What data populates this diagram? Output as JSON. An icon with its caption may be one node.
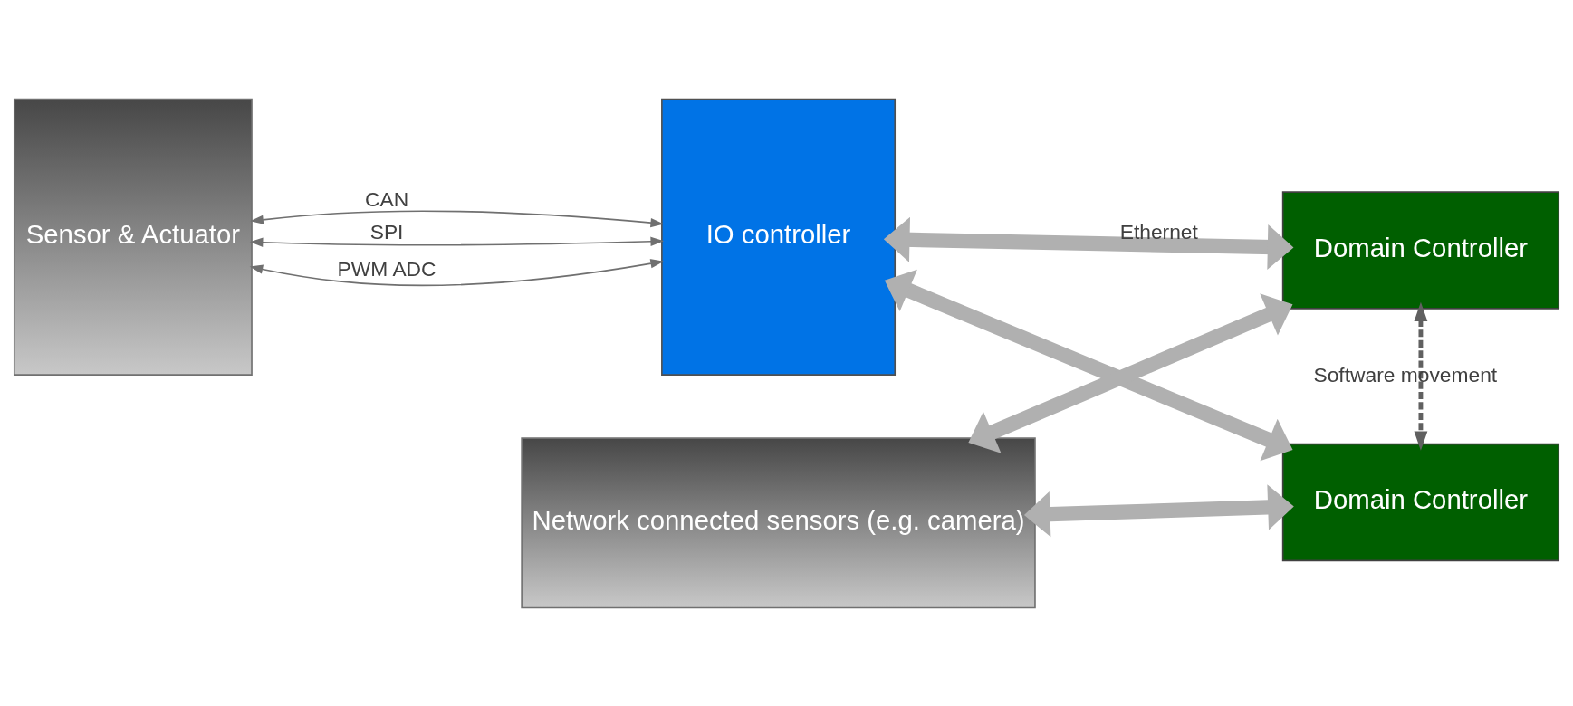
{
  "diagram": {
    "nodes": [
      {
        "text": [
          "Sensor & Actuator"
        ]
      },
      {
        "text": [
          "IO controller"
        ]
      },
      {
        "text": [
          "Network connected sensors (e.g. camera)"
        ]
      },
      {
        "text": [
          "Domain Controller"
        ]
      },
      {
        "text": [
          "Domain Controller"
        ]
      }
    ],
    "edges": [
      {
        "from": 0,
        "to": 1,
        "arrow": "both",
        "label": "CAN"
      },
      {
        "from": 0,
        "to": 1,
        "arrow": "both",
        "label": "SPI"
      },
      {
        "from": 0,
        "to": 1,
        "arrow": "both",
        "label": "PWM ADC"
      },
      {
        "from": 1,
        "to": 3,
        "arrow": "both",
        "label": "Ethernet",
        "style": "thick",
        "color": "#b0b0b0"
      },
      {
        "from": 2,
        "to": 4,
        "arrow": "both",
        "style": "thick",
        "color": "#b0b0b0"
      },
      {
        "from": 1,
        "to": 4,
        "arrow": "both",
        "style": "thick",
        "color": "#b0b0b0"
      },
      {
        "from": 2,
        "to": 3,
        "arrow": "both",
        "style": "thick",
        "color": "#b0b0b0"
      },
      {
        "from": 3,
        "to": 4,
        "arrow": "both",
        "label": "Software movement",
        "style": "dashed"
      }
    ]
  }
}
